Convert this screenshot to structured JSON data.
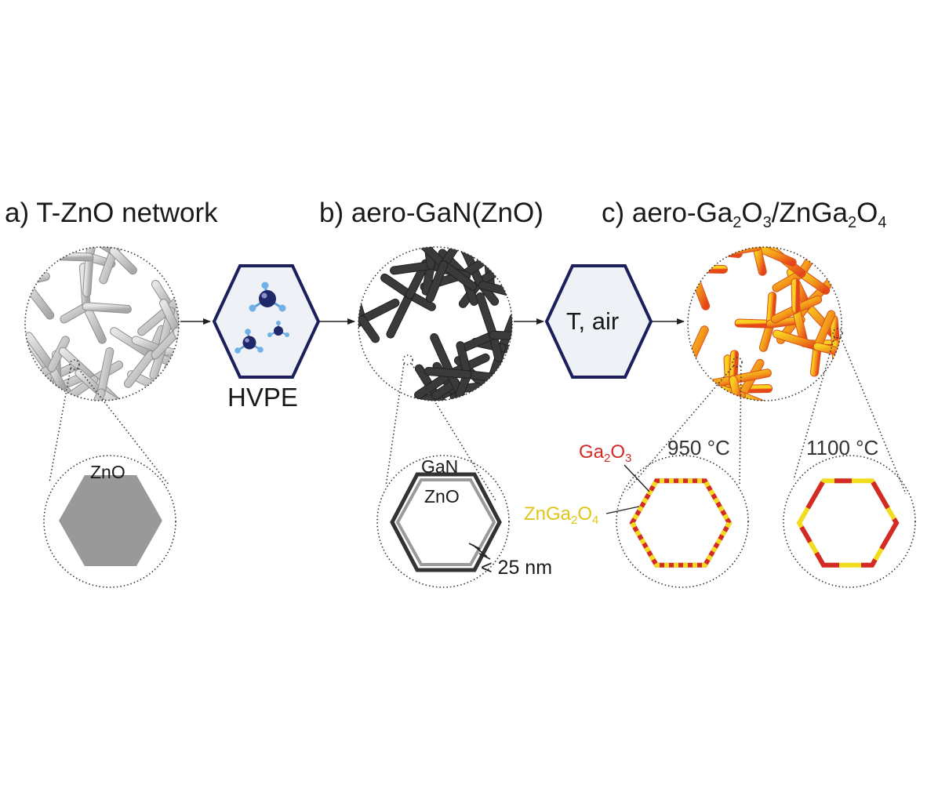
{
  "panels": {
    "a": {
      "title": "a) T-ZnO network",
      "core_label": "ZnO"
    },
    "b": {
      "title_prefix": "b) aero-GaN(ZnO)",
      "shell_label": "GaN",
      "core_label": "ZnO",
      "thickness_label": "< 25 nm"
    },
    "c": {
      "title_parts": [
        "c) aero-Ga",
        "2",
        "O",
        "3",
        "/ZnGa",
        "2",
        "O",
        "4"
      ],
      "temp_low": "950 °C",
      "temp_high": "1100 °C",
      "ga2o3_parts": [
        "Ga",
        "2",
        "O",
        "3"
      ],
      "zngao_parts": [
        "ZnGa",
        "2",
        "O",
        "4"
      ]
    }
  },
  "steps": {
    "hvpe_label": "HVPE",
    "anneal_label": "T, air"
  },
  "colors": {
    "ga2o3": "#d42a26",
    "zngao": "#f2dc1e",
    "hex_border": "#1b1f5c",
    "hex_fill": "#eef1f5",
    "zno_fill": "#999999",
    "gan_stroke": "#333333",
    "zno_stroke": "#9a9a9a"
  }
}
